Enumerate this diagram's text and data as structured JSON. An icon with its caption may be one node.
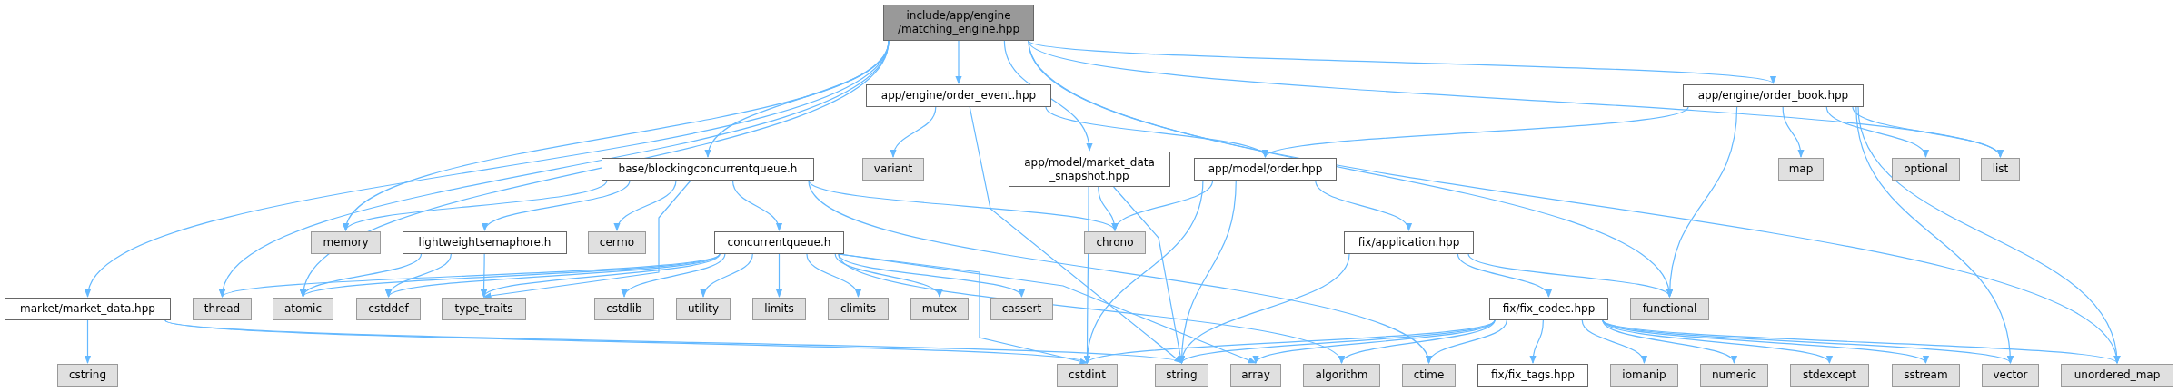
{
  "diagram": {
    "nodes": [
      {
        "text": [
          "include/app/engine /matching_engine.hpp"
        ]
      },
      {
        "text": [
          "app/engine/order_event.hpp"
        ]
      },
      {
        "text": [
          "app/engine/order_book.hpp"
        ]
      },
      {
        "text": [
          "market/market_data.hpp"
        ]
      },
      {
        "text": [
          "base/blockingconcurrentqueue.h"
        ]
      },
      {
        "text": [
          "app/model/market_data _snapshot.hpp"
        ]
      },
      {
        "text": [
          "app/model/order.hpp"
        ]
      },
      {
        "text": [
          "memory"
        ]
      },
      {
        "text": [
          "lightweightsemaphore.h"
        ]
      },
      {
        "text": [
          "cerrno"
        ]
      },
      {
        "text": [
          "chrono"
        ]
      },
      {
        "text": [
          "fix/application.hpp"
        ]
      },
      {
        "text": [
          "concurrentqueue.h"
        ]
      },
      {
        "text": [
          "variant"
        ]
      },
      {
        "text": [
          "map"
        ]
      },
      {
        "text": [
          "optional"
        ]
      },
      {
        "text": [
          "list"
        ]
      },
      {
        "text": [
          "thread"
        ]
      },
      {
        "text": [
          "atomic"
        ]
      },
      {
        "text": [
          "cstddef"
        ]
      },
      {
        "text": [
          "type_traits"
        ]
      },
      {
        "text": [
          "cstdlib"
        ]
      },
      {
        "text": [
          "utility"
        ]
      },
      {
        "text": [
          "limits"
        ]
      },
      {
        "text": [
          "climits"
        ]
      },
      {
        "text": [
          "mutex"
        ]
      },
      {
        "text": [
          "cassert"
        ]
      },
      {
        "text": [
          "functional"
        ]
      },
      {
        "text": [
          "fix/fix_codec.hpp"
        ]
      },
      {
        "text": [
          "cstring"
        ]
      },
      {
        "text": [
          "cstdint"
        ]
      },
      {
        "text": [
          "string"
        ]
      },
      {
        "text": [
          "array"
        ]
      },
      {
        "text": [
          "algorithm"
        ]
      },
      {
        "text": [
          "ctime"
        ]
      },
      {
        "text": [
          "fix/fix_tags.hpp"
        ]
      },
      {
        "text": [
          "iomanip"
        ]
      },
      {
        "text": [
          "numeric"
        ]
      },
      {
        "text": [
          "stdexcept"
        ]
      },
      {
        "text": [
          "sstream"
        ]
      },
      {
        "text": [
          "vector"
        ]
      },
      {
        "text": [
          "unordered_map"
        ]
      }
    ],
    "edges": [
      {
        "from": 0,
        "to": 3,
        "arrow": "to"
      },
      {
        "from": 0,
        "to": 17,
        "arrow": "to"
      },
      {
        "from": 0,
        "to": 18,
        "arrow": "to"
      },
      {
        "from": 0,
        "to": 7,
        "arrow": "to"
      },
      {
        "from": 0,
        "to": 4,
        "arrow": "to"
      },
      {
        "from": 0,
        "to": 1,
        "arrow": "to"
      },
      {
        "from": 0,
        "to": 5,
        "arrow": "to"
      },
      {
        "from": 0,
        "to": 27,
        "arrow": "to"
      },
      {
        "from": 0,
        "to": 2,
        "arrow": "to"
      },
      {
        "from": 0,
        "to": 16,
        "arrow": "to"
      },
      {
        "from": 0,
        "to": 41,
        "arrow": "to"
      },
      {
        "from": 1,
        "to": 13,
        "arrow": "to"
      },
      {
        "from": 1,
        "to": 31,
        "arrow": "to"
      },
      {
        "from": 1,
        "to": 6,
        "arrow": "to"
      },
      {
        "from": 2,
        "to": 6,
        "arrow": "to"
      },
      {
        "from": 2,
        "to": 27,
        "arrow": "to"
      },
      {
        "from": 2,
        "to": 14,
        "arrow": "to"
      },
      {
        "from": 2,
        "to": 15,
        "arrow": "to"
      },
      {
        "from": 2,
        "to": 16,
        "arrow": "to"
      },
      {
        "from": 2,
        "to": 40,
        "arrow": "to"
      },
      {
        "from": 2,
        "to": 41,
        "arrow": "to"
      },
      {
        "from": 3,
        "to": 29,
        "arrow": "to"
      },
      {
        "from": 3,
        "to": 30,
        "arrow": "to"
      },
      {
        "from": 3,
        "to": 31,
        "arrow": "to"
      },
      {
        "from": 4,
        "to": 7,
        "arrow": "to"
      },
      {
        "from": 4,
        "to": 8,
        "arrow": "to"
      },
      {
        "from": 4,
        "to": 9,
        "arrow": "to"
      },
      {
        "from": 4,
        "to": 12,
        "arrow": "to"
      },
      {
        "from": 4,
        "to": 20,
        "arrow": "to"
      },
      {
        "from": 4,
        "to": 10,
        "arrow": "to"
      },
      {
        "from": 4,
        "to": 34,
        "arrow": "to"
      },
      {
        "from": 5,
        "to": 10,
        "arrow": "to"
      },
      {
        "from": 5,
        "to": 30,
        "arrow": "to"
      },
      {
        "from": 5,
        "to": 31,
        "arrow": "to"
      },
      {
        "from": 6,
        "to": 10,
        "arrow": "to"
      },
      {
        "from": 6,
        "to": 30,
        "arrow": "to"
      },
      {
        "from": 6,
        "to": 31,
        "arrow": "to"
      },
      {
        "from": 6,
        "to": 11,
        "arrow": "to"
      },
      {
        "from": 8,
        "to": 18,
        "arrow": "to"
      },
      {
        "from": 8,
        "to": 19,
        "arrow": "to"
      },
      {
        "from": 8,
        "to": 20,
        "arrow": "to"
      },
      {
        "from": 11,
        "to": 28,
        "arrow": "to"
      },
      {
        "from": 11,
        "to": 27,
        "arrow": "to"
      },
      {
        "from": 11,
        "to": 31,
        "arrow": "to"
      },
      {
        "from": 12,
        "to": 17,
        "arrow": "to"
      },
      {
        "from": 12,
        "to": 18,
        "arrow": "to"
      },
      {
        "from": 12,
        "to": 19,
        "arrow": "to"
      },
      {
        "from": 12,
        "to": 20,
        "arrow": "to"
      },
      {
        "from": 12,
        "to": 21,
        "arrow": "to"
      },
      {
        "from": 12,
        "to": 22,
        "arrow": "to"
      },
      {
        "from": 12,
        "to": 23,
        "arrow": "to"
      },
      {
        "from": 12,
        "to": 24,
        "arrow": "to"
      },
      {
        "from": 12,
        "to": 25,
        "arrow": "to"
      },
      {
        "from": 12,
        "to": 26,
        "arrow": "to"
      },
      {
        "from": 12,
        "to": 30,
        "arrow": "to"
      },
      {
        "from": 12,
        "to": 32,
        "arrow": "to"
      },
      {
        "from": 12,
        "to": 33,
        "arrow": "to"
      },
      {
        "from": 28,
        "to": 30,
        "arrow": "to"
      },
      {
        "from": 28,
        "to": 31,
        "arrow": "to"
      },
      {
        "from": 28,
        "to": 32,
        "arrow": "to"
      },
      {
        "from": 28,
        "to": 33,
        "arrow": "to"
      },
      {
        "from": 28,
        "to": 34,
        "arrow": "to"
      },
      {
        "from": 28,
        "to": 35,
        "arrow": "to"
      },
      {
        "from": 28,
        "to": 36,
        "arrow": "to"
      },
      {
        "from": 28,
        "to": 37,
        "arrow": "to"
      },
      {
        "from": 28,
        "to": 38,
        "arrow": "to"
      },
      {
        "from": 28,
        "to": 39,
        "arrow": "to"
      },
      {
        "from": 28,
        "to": 40,
        "arrow": "to"
      },
      {
        "from": 28,
        "to": 41,
        "arrow": "to"
      }
    ]
  }
}
